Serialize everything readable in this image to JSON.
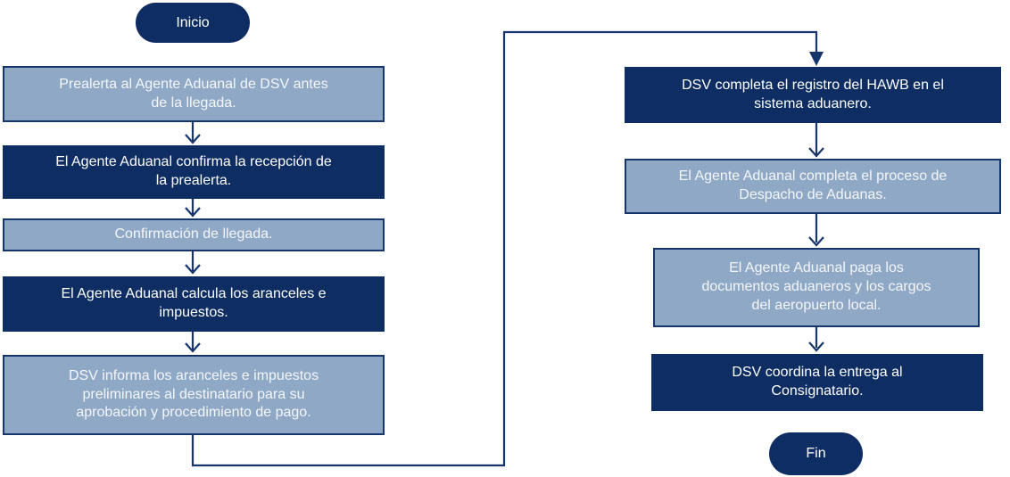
{
  "diagram": {
    "type": "flowchart",
    "start": {
      "label": "Inicio"
    },
    "end": {
      "label": "Fin"
    },
    "left_steps": [
      {
        "text": "Prealerta al Agente Aduanal de DSV antes\nde la llegada.",
        "variant": "light"
      },
      {
        "text": "El Agente Aduanal confirma la recepción de\nla prealerta.",
        "variant": "dark"
      },
      {
        "text": "Confirmación de llegada.",
        "variant": "light"
      },
      {
        "text": "El Agente Aduanal calcula los aranceles e\nimpuestos.",
        "variant": "dark"
      },
      {
        "text": "DSV informa los aranceles e impuestos\npreliminares al destinatario para su\naprobación y procedimiento de pago.",
        "variant": "light"
      }
    ],
    "right_steps": [
      {
        "text": "DSV completa el registro del HAWB en el\nsistema aduanero.",
        "variant": "dark"
      },
      {
        "text": "El Agente Aduanal completa el proceso de\nDespacho de Aduanas.",
        "variant": "light"
      },
      {
        "text": "El Agente Aduanal paga los\ndocumentos aduaneros y los cargos\ndel aeropuerto local.",
        "variant": "light"
      },
      {
        "text": "DSV coordina la entrega al\nConsignatario.",
        "variant": "dark"
      }
    ],
    "colors": {
      "dark_navy": "#0E2D62",
      "steel_blue": "#8FA8C6",
      "border_navy": "#16356B",
      "connector": "#16356B",
      "text": "#FFFFFF"
    }
  }
}
